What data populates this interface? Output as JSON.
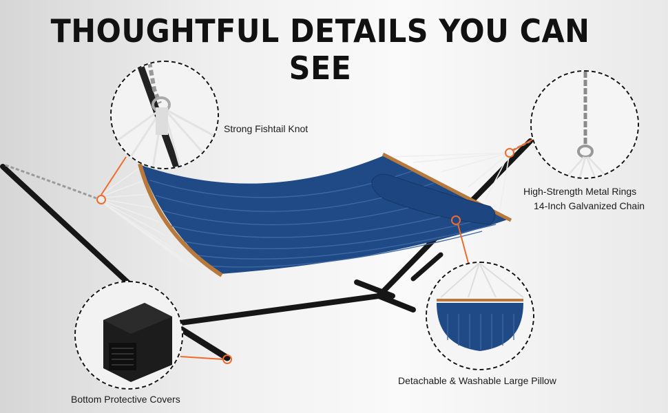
{
  "title": "THOUGHTFUL DETAILS YOU CAN SEE",
  "callouts": {
    "knot": {
      "label": "Strong Fishtail Knot"
    },
    "rings": {
      "line1": "High-Strength Metal Rings",
      "line2": "14-Inch Galvanized Chain"
    },
    "covers": {
      "label": "Bottom Protective Covers"
    },
    "pillow": {
      "label": "Detachable & Washable Large Pillow"
    }
  },
  "colors": {
    "hammock": "#1f4a86",
    "accent": "#f06a2a",
    "frame": "#161616",
    "wood": "#b77a3c"
  }
}
